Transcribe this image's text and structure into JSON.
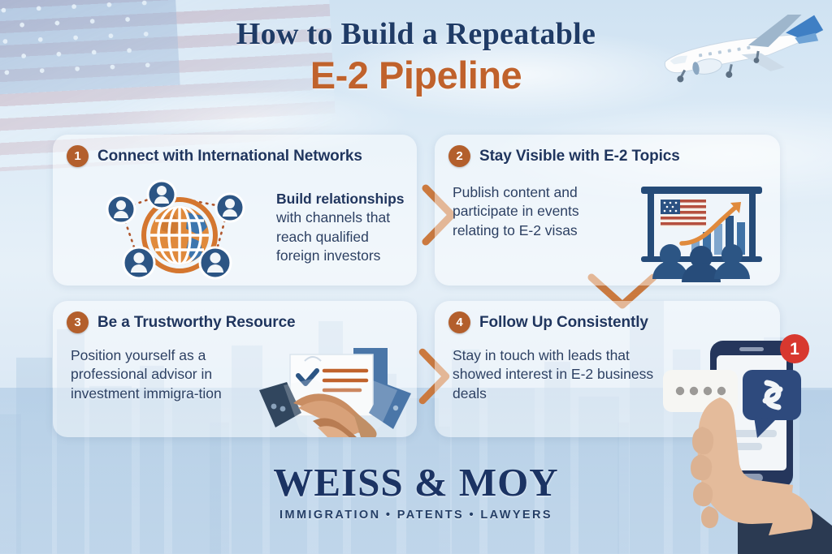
{
  "header": {
    "title_line1": "How to Build a Repeatable",
    "title_line2": "E-2 Pipeline",
    "airplane_icon": "airplane-icon",
    "flag_icon": "us-flag-background"
  },
  "colors": {
    "accent_orange": "#c0622c",
    "badge_orange": "#b35f2c",
    "navy": "#1f355e",
    "title_navy": "#1f3b66",
    "logo_navy": "#1b3363",
    "card_bg": "rgba(255,255,255,0.46)",
    "notification_red": "#d8382f",
    "icon_blue": "#2c5584"
  },
  "steps": [
    {
      "number": "1",
      "title": "Connect with International Networks",
      "desc_bold": "Build relationships",
      "desc_rest": "with channels that reach qualified foreign investors",
      "icon": "globe-network-icon"
    },
    {
      "number": "2",
      "title": "Stay Visible with E-2 Topics",
      "desc_bold": "",
      "desc_rest": "Publish content and participate in events relating to E-2 visas",
      "icon": "presentation-board-icon"
    },
    {
      "number": "3",
      "title": "Be a Trustworthy Resource",
      "desc_bold": "",
      "desc_rest": "Position yourself as a professional advisor in investment immigra-tion",
      "icon": "handshake-document-icon"
    },
    {
      "number": "4",
      "title": "Follow Up Consistently",
      "desc_bold": "",
      "desc_rest": "Stay in touch with leads that showed interest in E-2 business deals",
      "icon": "phone-chat-icon"
    }
  ],
  "connectors": [
    {
      "name": "chevron-right-step1-to-step2",
      "glyph": "chevron-right-icon"
    },
    {
      "name": "chevron-down-step2-to-step4",
      "glyph": "chevron-down-icon"
    },
    {
      "name": "chevron-right-step3-to-step4",
      "glyph": "chevron-right-icon"
    }
  ],
  "phone": {
    "notification_count": "1",
    "icon": "hand-holding-phone-icon"
  },
  "footer": {
    "firm_name": "WEISS & MOY",
    "tagline": "IMMIGRATION  •  PATENTS  •  LAWYERS"
  }
}
